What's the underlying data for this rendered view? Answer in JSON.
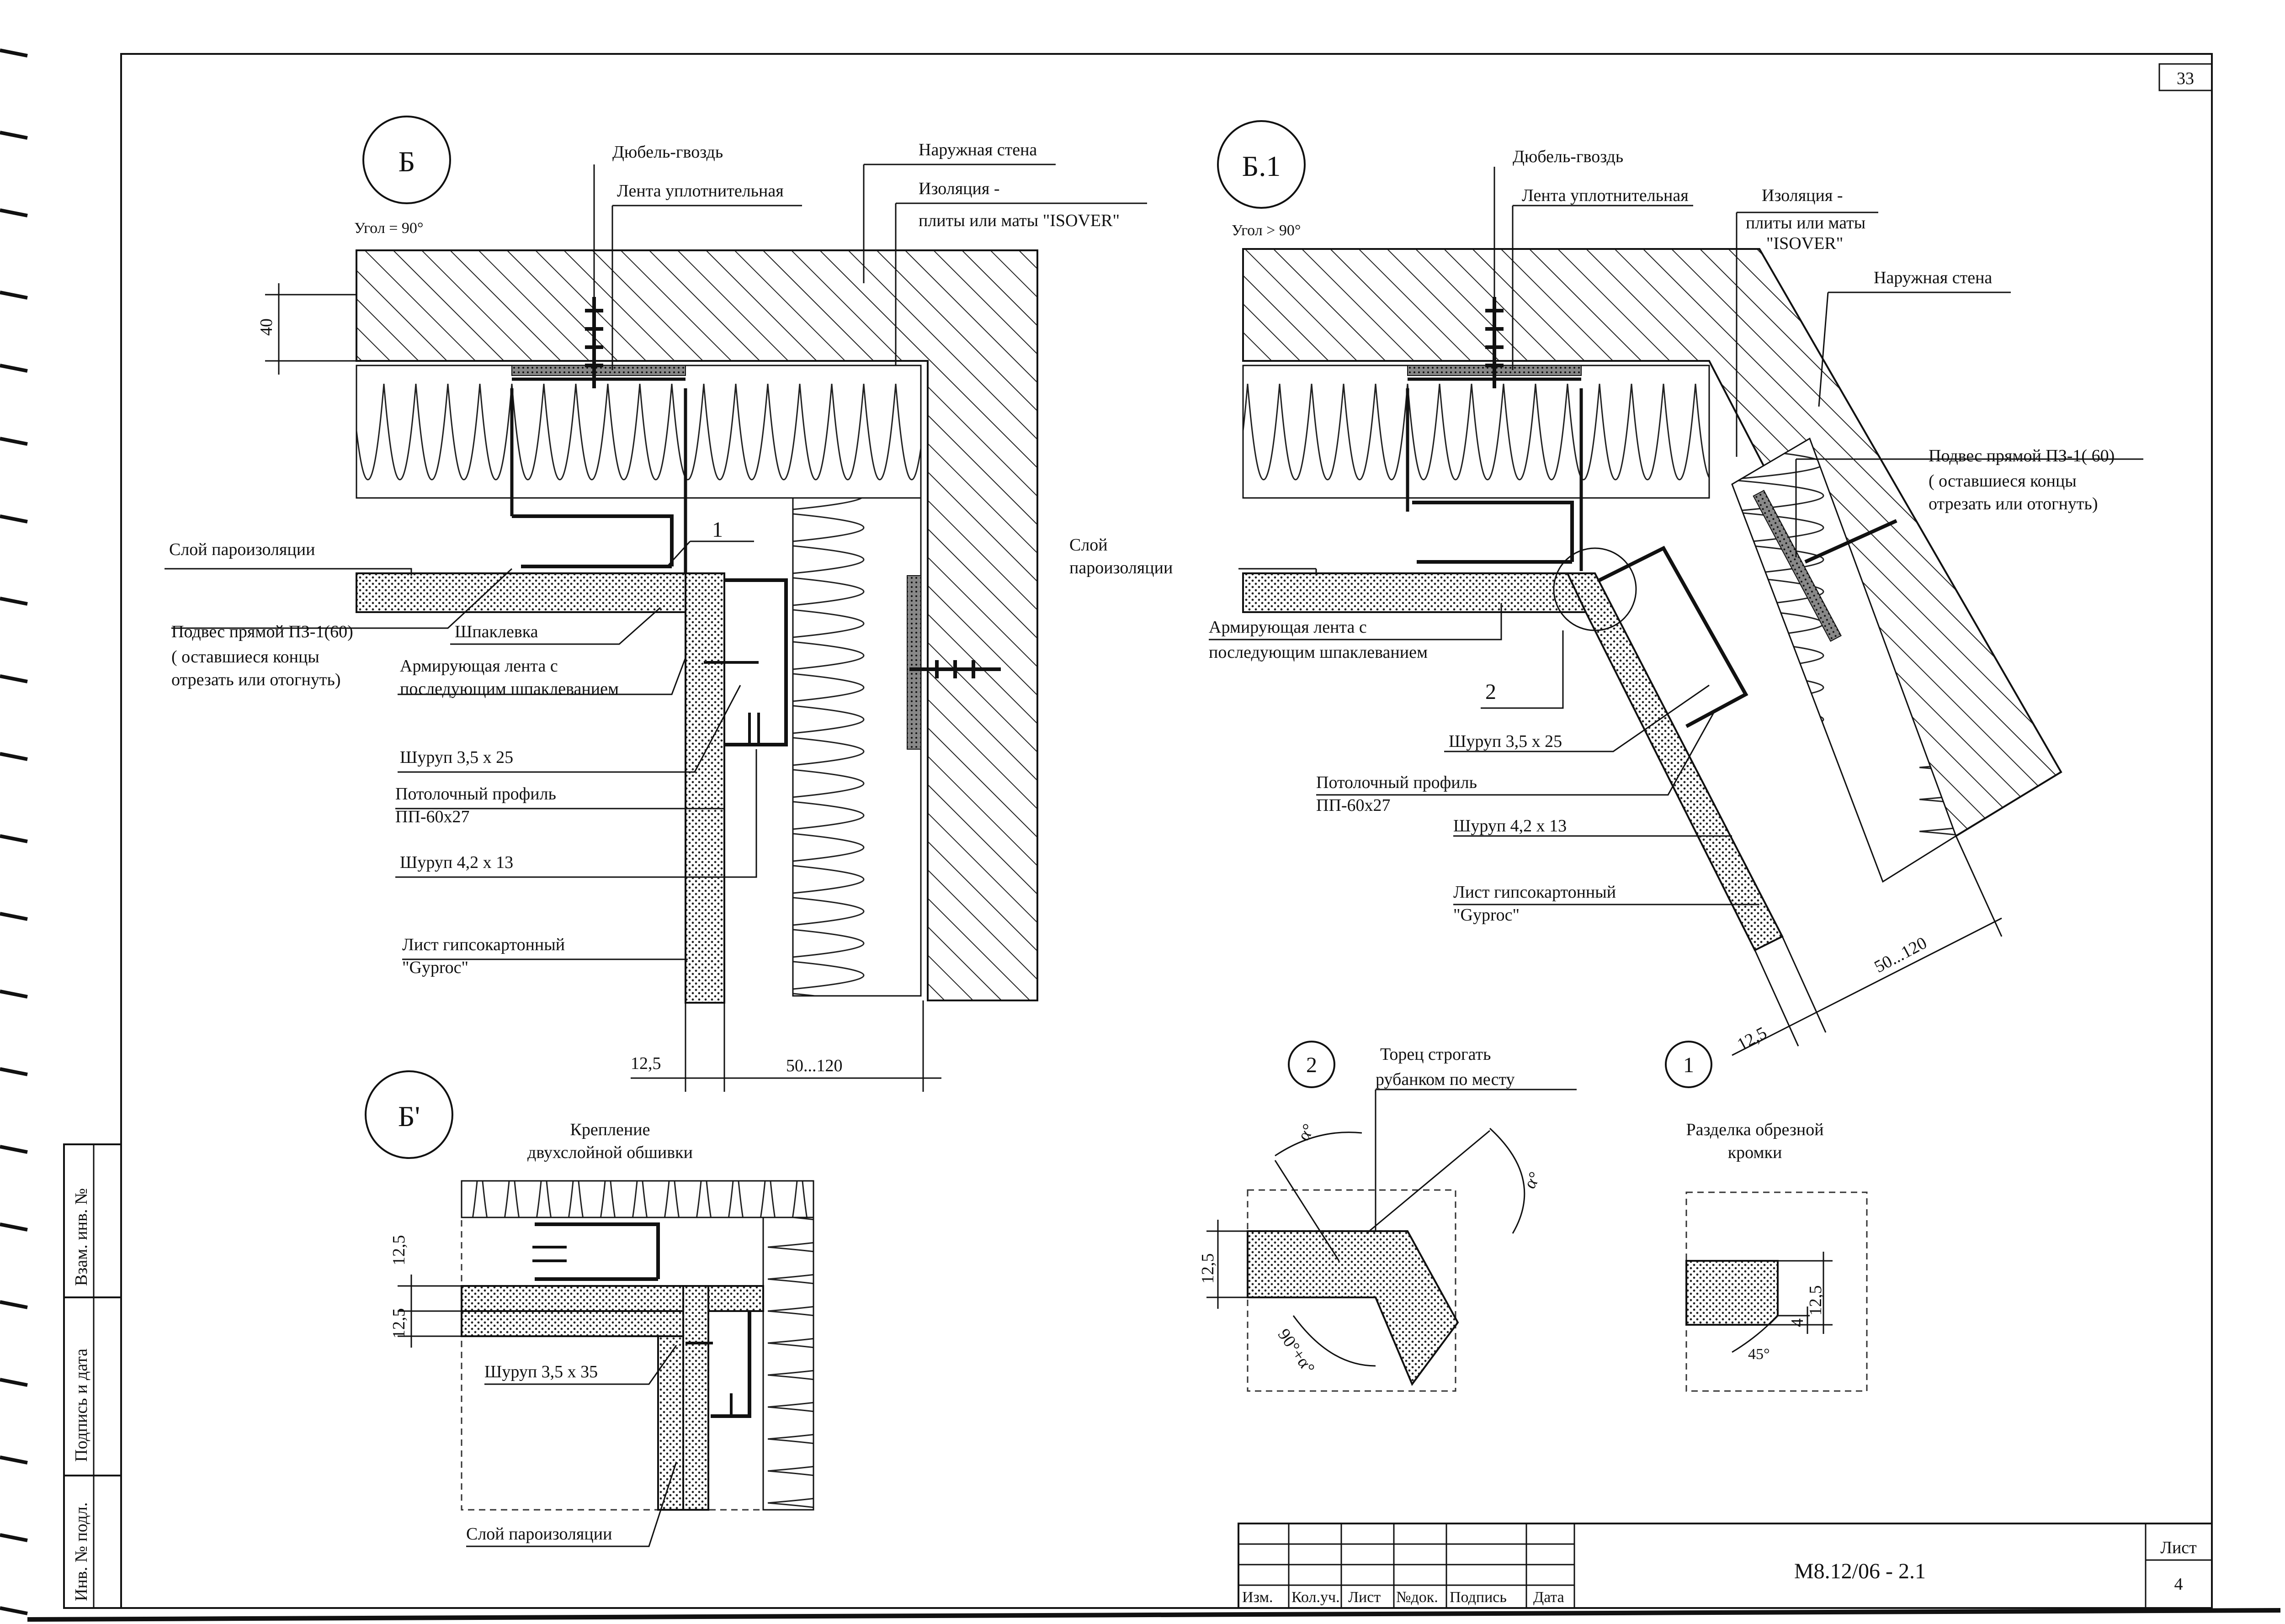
{
  "sheet": {
    "page_number": "33",
    "document_code": "M8.12/06 - 2.1",
    "sheet_label": "Лист",
    "sheet_number": "4",
    "title_block_columns": [
      "Изм.",
      "Кол.уч.",
      "Лист",
      "№док.",
      "Подпись",
      "Дата"
    ],
    "left_stamp": [
      "Инв. № подл.",
      "Подпись и дата",
      "Взам. инв. №"
    ]
  },
  "detail_B": {
    "mark": "Б",
    "angle": "Угол = 90°",
    "labels": {
      "dowel": "Дюбель-гвоздь",
      "seal_tape": "Лента уплотнительная",
      "outer_wall": "Наружная стена",
      "insulation_1": "Изоляция -",
      "insulation_2": "плиты или маты \"ISOVER\"",
      "vapor": "Слой пароизоляции",
      "hanger_1": "Подвес прямой ПЗ-1(60)",
      "hanger_2": "( оставшиеся концы",
      "hanger_3": "отрезать или отогнуть)",
      "putty": "Шпаклевка",
      "tape_1": "Армирующая лента с",
      "tape_2": "последующим шпаклеванием",
      "screw_a": "Шуруп 3,5 х 25",
      "profile_1": "Потолочный профиль",
      "profile_2": "ПП-60х27",
      "screw_b": "Шуруп 4,2 х 13",
      "gypsum_1": "Лист гипсокартонный",
      "gypsum_2": "\"Gyproc\"",
      "callout": "1"
    },
    "dims": {
      "d40": "40",
      "d125": "12,5",
      "d50120": "50...120"
    }
  },
  "detail_B1": {
    "mark": "Б.1",
    "angle": "Угол > 90°",
    "labels": {
      "dowel": "Дюбель-гвоздь",
      "seal_tape": "Лента уплотнительная",
      "insulation_1": "Изоляция -",
      "insulation_2": "плиты или маты",
      "insulation_3": "\"ISOVER\"",
      "outer_wall": "Наружная стена",
      "hanger_1": "Подвес прямой ПЗ-1( 60)",
      "hanger_2": "( оставшиеся концы",
      "hanger_3": "отрезать или отогнуть)",
      "vapor_1": "Слой",
      "vapor_2": "пароизоляции",
      "tape_1": "Армирующая лента с",
      "tape_2": "последующим шпаклеванием",
      "callout": "2",
      "screw_a": "Шуруп 3,5 х 25",
      "profile_1": "Потолочный профиль",
      "profile_2": "ПП-60х27",
      "screw_b": "Шуруп 4,2 х 13",
      "gypsum_1": "Лист гипсокартонный",
      "gypsum_2": "\"Gyproc\""
    },
    "dims": {
      "d125": "12,5",
      "d50120": "50...120"
    }
  },
  "detail_Bprime": {
    "mark": "Б'",
    "title_1": "Крепление",
    "title_2": "двухслойной обшивки",
    "screw": "Шуруп 3,5 х 35",
    "vapor": "Слой пароизоляции",
    "dims": {
      "d1": "12,5",
      "d2": "12,5"
    }
  },
  "detail_2": {
    "mark": "2",
    "note_1": "Торец строгать",
    "note_2": "рубанком по месту",
    "alpha1": "α°",
    "alpha2": "α°",
    "angle90": "90°+α°",
    "dim": "12,5"
  },
  "detail_1": {
    "mark": "1",
    "title_1": "Разделка обрезной",
    "title_2": "кромки",
    "dim_a": "4",
    "dim_b": "12,5",
    "angle": "45°"
  }
}
